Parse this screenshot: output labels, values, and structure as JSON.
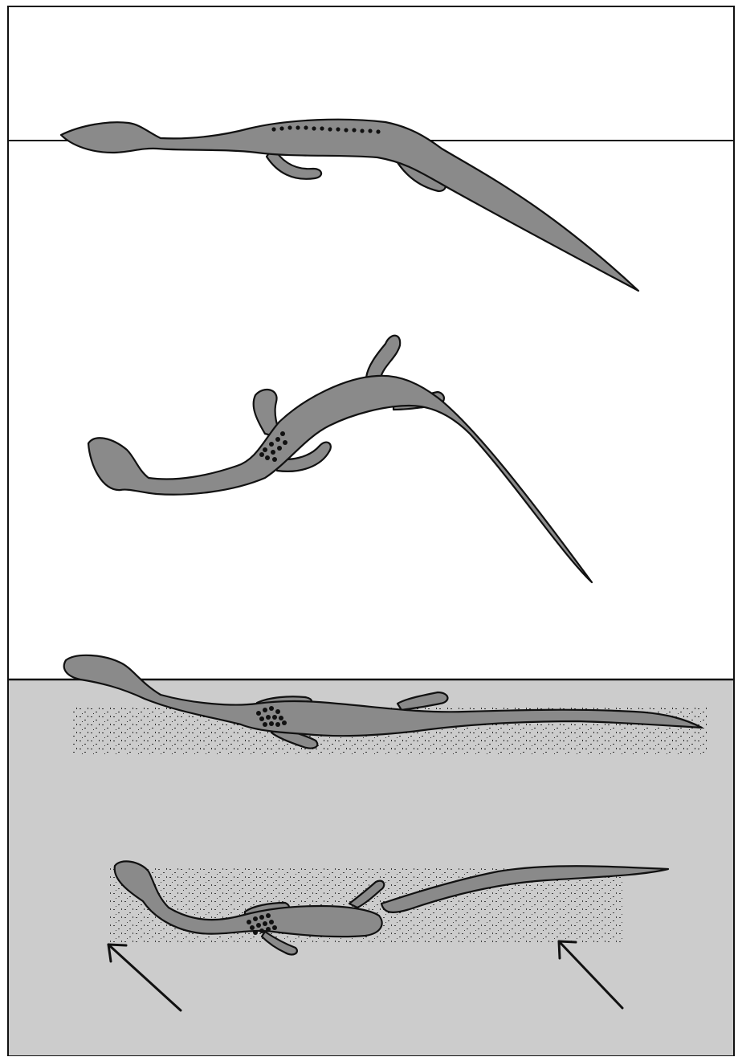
{
  "colors": {
    "water": "#ffffff",
    "sediment": "#cccccc",
    "animal": "#8a8a8a",
    "outline": "#111111"
  },
  "scene": {
    "stages": [
      "floating-at-surface",
      "sinking",
      "resting-on-seafloor",
      "buried-by-current"
    ],
    "current_arrows": 2
  }
}
